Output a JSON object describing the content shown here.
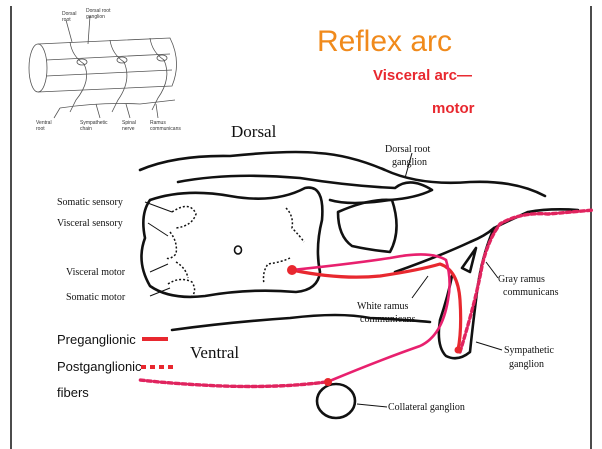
{
  "slide": {
    "title": "Reflex arc",
    "subtitle_line1": "Visceral arc—",
    "subtitle_line2": "motor"
  },
  "colors": {
    "title": "#f08a1c",
    "preganglionic_fiber": "#e8282f",
    "white_ramus_fiber": "#e8206e",
    "postganglionic_dots": "#e0245f",
    "subtitle": "#e8282f",
    "outline": "#111111"
  },
  "labels": {
    "dorsal": "Dorsal",
    "ventral": "Ventral",
    "dorsal_root_ganglion_1": "Dorsal root",
    "dorsal_root_ganglion_2": "ganglion",
    "somatic_sensory": "Somatic sensory",
    "visceral_sensory": "Visceral sensory",
    "visceral_motor": "Visceral motor",
    "somatic_motor": "Somatic motor",
    "white_ramus_1": "White ramus",
    "white_ramus_2": "communicans",
    "gray_ramus_1": "Gray  ramus",
    "gray_ramus_2": "communicans",
    "sympathetic_1": "Sympathetic",
    "sympathetic_2": "ganglion",
    "collateral_ganglion": "Collateral ganglion"
  },
  "legend": {
    "preganglionic": "Preganglionic",
    "postganglionic": "Postganglionic",
    "fibers": "fibers"
  },
  "inset": {
    "labels": {
      "dorsal": "Dorsal",
      "root": "root",
      "dorsal_root_ganglion_1": "Dorsal root",
      "dorsal_root_ganglion_2": "ganglion",
      "ventral_root_1": "Ventral",
      "ventral_root_2": "root",
      "sympathetic_chain_1": "Sympathetic",
      "sympathetic_chain_2": "chain",
      "spinal_nerve_1": "Spinal",
      "spinal_nerve_2": "nerve",
      "ramus_1": "Ramus",
      "ramus_2": "communicans"
    }
  }
}
